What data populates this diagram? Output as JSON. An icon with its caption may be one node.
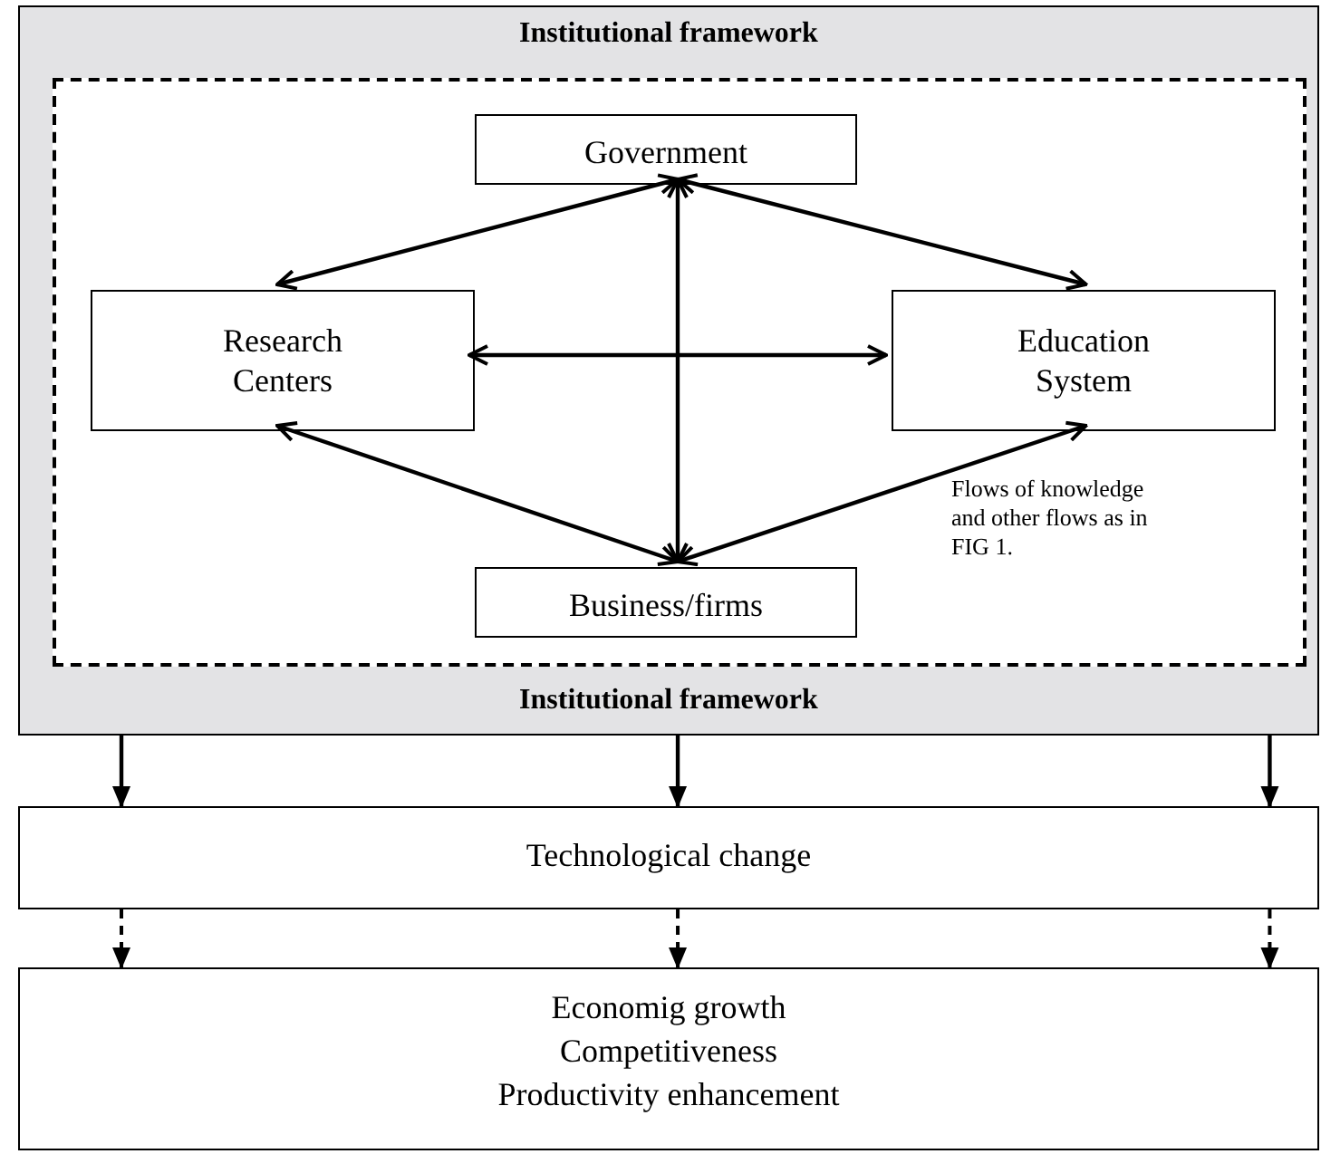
{
  "diagram": {
    "nodes": [
      {
        "text": [
          "Institutional framework",
          "Institutional framework"
        ]
      },
      {
        "text": [],
        "shape": "box",
        "in": 0
      },
      {
        "text": [
          "Government"
        ],
        "in": 1
      },
      {
        "text": [
          "Research Centers"
        ],
        "in": 1
      },
      {
        "text": [
          "Education System"
        ],
        "in": 1
      },
      {
        "text": [
          "Business/firms"
        ],
        "in": 1
      },
      {
        "text": [
          "Technological change"
        ]
      },
      {
        "text": [
          "Economig growth",
          "Competitiveness",
          "Productivity enhancement"
        ]
      }
    ],
    "edges": [
      {
        "from": 2,
        "to": 3,
        "arrow": "both"
      },
      {
        "from": 2,
        "to": 4,
        "arrow": "both"
      },
      {
        "from": 2,
        "to": 5,
        "arrow": "both"
      },
      {
        "from": 3,
        "to": 4,
        "arrow": "both"
      },
      {
        "from": 3,
        "to": 5,
        "arrow": "both"
      },
      {
        "from": 4,
        "to": 5,
        "arrow": "both"
      },
      {
        "from": 0,
        "to": 6,
        "arrow": "to"
      },
      {
        "from": 0,
        "to": 6,
        "arrow": "to"
      },
      {
        "from": 0,
        "to": 6,
        "arrow": "to"
      },
      {
        "from": 6,
        "to": 7,
        "arrow": "to",
        "style": "dashed"
      },
      {
        "from": 6,
        "to": 7,
        "arrow": "to",
        "style": "dashed"
      },
      {
        "from": 6,
        "to": 7,
        "arrow": "to",
        "style": "dashed"
      }
    ],
    "labels": [
      "Flows of knowledge and other flows as in FIG 1."
    ]
  }
}
